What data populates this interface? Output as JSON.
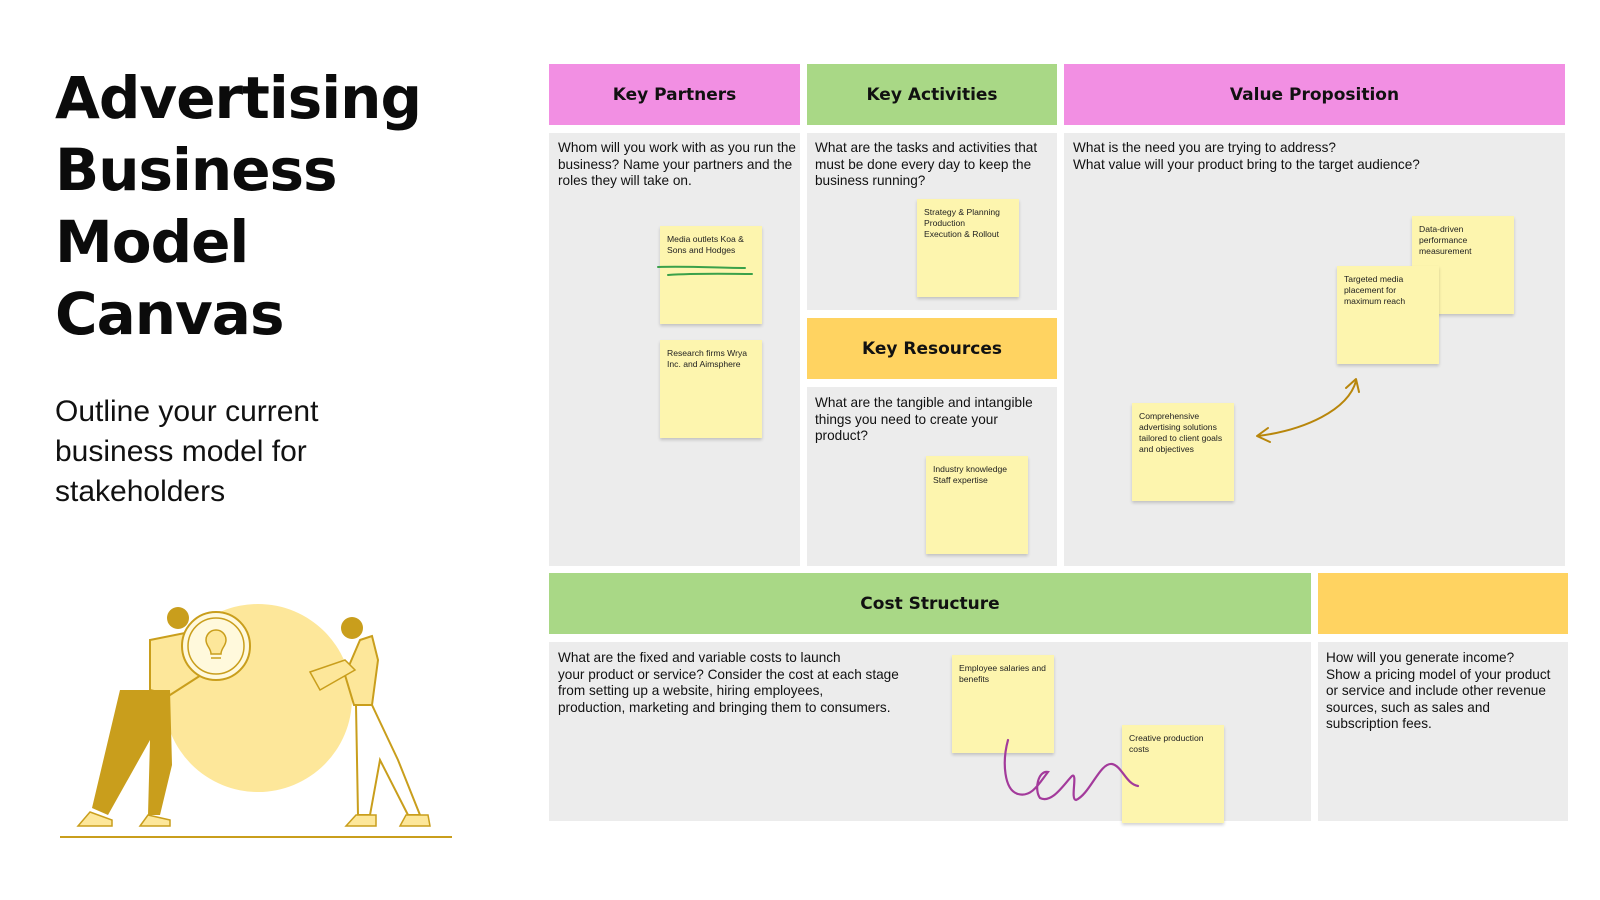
{
  "title_lines": [
    "Advertising",
    "Business",
    "Model",
    "Canvas"
  ],
  "subtitle": "Outline your current business model for stakeholders",
  "sections": {
    "key_partners": {
      "title": "Key Partners",
      "prompt": "Whom will you work with as you run the business? Name your partners and the roles they will take on.",
      "notes": [
        "Media outlets Koa & Sons and Hodges",
        "Research firms Wrya Inc. and Aimsphere"
      ]
    },
    "key_activities": {
      "title": "Key Activities",
      "prompt": "What are the tasks and activities that must be done every day to keep the business running?",
      "notes": [
        "Strategy & Planning\nProduction\nExecution & Rollout"
      ]
    },
    "key_resources": {
      "title": "Key Resources",
      "prompt": "What are the tangible and intangible things you need to create your product?",
      "notes": [
        "Industry knowledge\nStaff expertise"
      ]
    },
    "value_proposition": {
      "title": "Value Proposition",
      "prompt": "What is the need you are trying to address?\nWhat value will your product bring to the target audience?",
      "notes": [
        "Data-driven performance measurement",
        "Targeted media placement for maximum reach",
        "Comprehensive advertising solutions tailored to client goals and objectives"
      ]
    },
    "cost_structure": {
      "title": "Cost Structure",
      "prompt": "What are the fixed and variable costs to launch\nyour product or service? Consider the cost at each stage\nfrom setting up a website, hiring employees,\nproduction, marketing and bringing them to consumers.",
      "notes": [
        "Employee salaries and benefits",
        "Creative production costs"
      ]
    },
    "revenue": {
      "title": "",
      "prompt": "How will you generate income?\nShow a pricing model of your product or service and include other revenue sources, such as sales and subscription fees."
    }
  },
  "colors": {
    "pink": "#f28fe3",
    "green": "#a9d886",
    "orange": "#ffd361",
    "panel": "#ececec",
    "sticky_note": "#fdf5ae",
    "illustration": "#c99e1c"
  }
}
